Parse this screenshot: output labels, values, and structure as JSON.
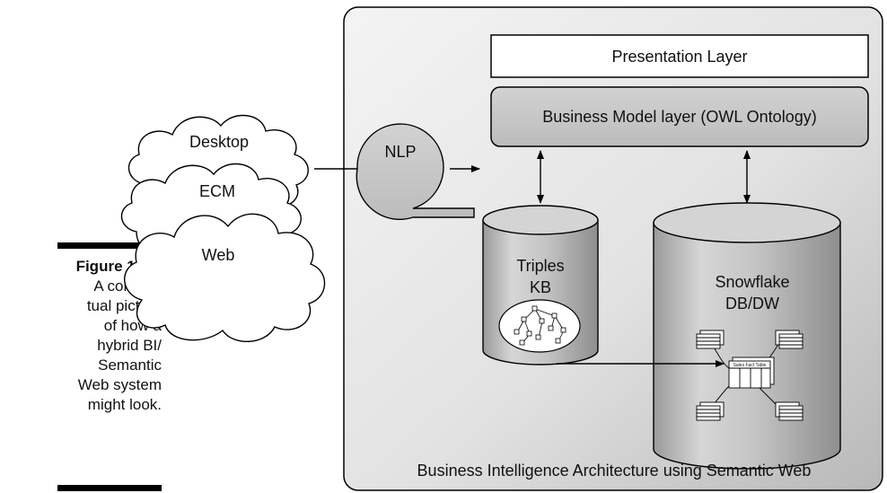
{
  "caption": {
    "figure_label": "Figure 11-4:",
    "text": "A concep-\ntual picture\nof how a\nhybrid BI/\nSemantic\nWeb system\nmight look."
  },
  "clouds": [
    "Desktop",
    "ECM",
    "Web"
  ],
  "nlp_label": "NLP",
  "layers": {
    "presentation": "Presentation Layer",
    "business_model": "Business Model layer (OWL Ontology)"
  },
  "triples": {
    "line1": "Triples",
    "line2": "KB"
  },
  "snowflake": {
    "line1": "Snowflake",
    "line2": "DB/DW",
    "fact_table_label": "Sales Fact Table"
  },
  "architecture_label": "Business Intelligence Architecture using Semantic Web",
  "colors": {
    "panel_light": "#f2f2f2",
    "panel_dark": "#bdbdbd",
    "cylinder": "#bfbfbf",
    "layer_box": "#c8c8c8"
  }
}
